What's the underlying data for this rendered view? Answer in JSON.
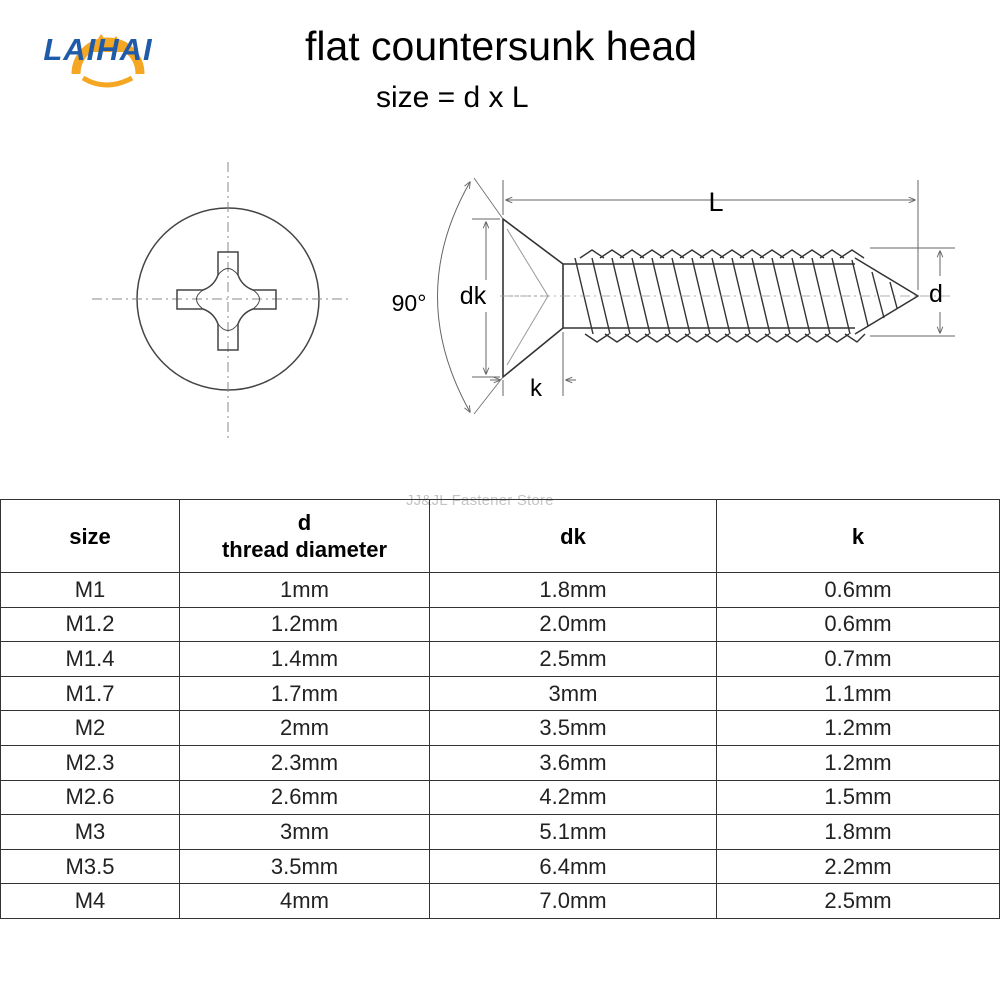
{
  "header": {
    "logo_text": "LAIHAI",
    "title": "flat countersunk head",
    "subtitle": "size = d x L"
  },
  "diagram": {
    "angle_label": "90°",
    "length_label": "L",
    "head_diameter_label": "dk",
    "head_height_label": "k",
    "thread_diameter_label": "d"
  },
  "watermark": "JJ&JL Fastener Store",
  "table": {
    "headers": [
      {
        "line1": "size",
        "line2": ""
      },
      {
        "line1": "d",
        "line2": "thread diameter"
      },
      {
        "line1": "dk",
        "line2": ""
      },
      {
        "line1": "k",
        "line2": ""
      }
    ],
    "rows": [
      [
        "M1",
        "1mm",
        "1.8mm",
        "0.6mm"
      ],
      [
        "M1.2",
        "1.2mm",
        "2.0mm",
        "0.6mm"
      ],
      [
        "M1.4",
        "1.4mm",
        "2.5mm",
        "0.7mm"
      ],
      [
        "M1.7",
        "1.7mm",
        "3mm",
        "1.1mm"
      ],
      [
        "M2",
        "2mm",
        "3.5mm",
        "1.2mm"
      ],
      [
        "M2.3",
        "2.3mm",
        "3.6mm",
        "1.2mm"
      ],
      [
        "M2.6",
        "2.6mm",
        "4.2mm",
        "1.5mm"
      ],
      [
        "M3",
        "3mm",
        "5.1mm",
        "1.8mm"
      ],
      [
        "M3.5",
        "3.5mm",
        "6.4mm",
        "2.2mm"
      ],
      [
        "M4",
        "4mm",
        "7.0mm",
        "2.5mm"
      ]
    ]
  },
  "colors": {
    "logo_orange": "#f5a623",
    "logo_blue": "#1f5ba8",
    "line": "#333333",
    "watermark": "#c4c4c4"
  }
}
